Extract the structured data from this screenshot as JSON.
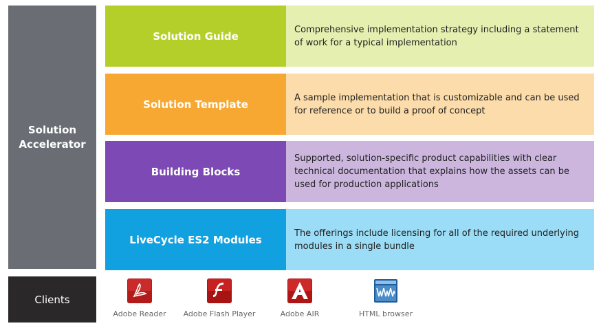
{
  "sidebar": {
    "title_line1": "Solution",
    "title_line2": "Accelerator",
    "color": "#6a6e74"
  },
  "rows": [
    {
      "label": "Solution Guide",
      "description": "Comprehensive implementation strategy including a statement of work for a typical implementation",
      "color": "#b5cf2a",
      "light_color": "#e4efb0"
    },
    {
      "label": "Solution Template",
      "description": "A sample implementation that is customizable and can be used for reference or to build a proof of concept",
      "color": "#f6a833",
      "light_color": "#fbdcaa"
    },
    {
      "label": "Building Blocks",
      "description": "Supported, solution-specific product capabilities with clear technical documentation that explains how the assets can be used for production applications",
      "color": "#7d49b5",
      "light_color": "#ccb6de"
    },
    {
      "label": "LiveCycle ES2 Modules",
      "description": "The offerings include licensing for all of the required underlying modules in a single bundle",
      "color": "#12a1e0",
      "light_color": "#9bdcf6"
    }
  ],
  "clients": {
    "label": "Clients",
    "items": [
      {
        "name": "Adobe Reader",
        "icon": "adobe-reader-icon"
      },
      {
        "name": "Adobe Flash Player",
        "icon": "adobe-flash-player-icon"
      },
      {
        "name": "Adobe AIR",
        "icon": "adobe-air-icon"
      },
      {
        "name": "HTML browser",
        "icon": "html-browser-icon"
      }
    ]
  }
}
